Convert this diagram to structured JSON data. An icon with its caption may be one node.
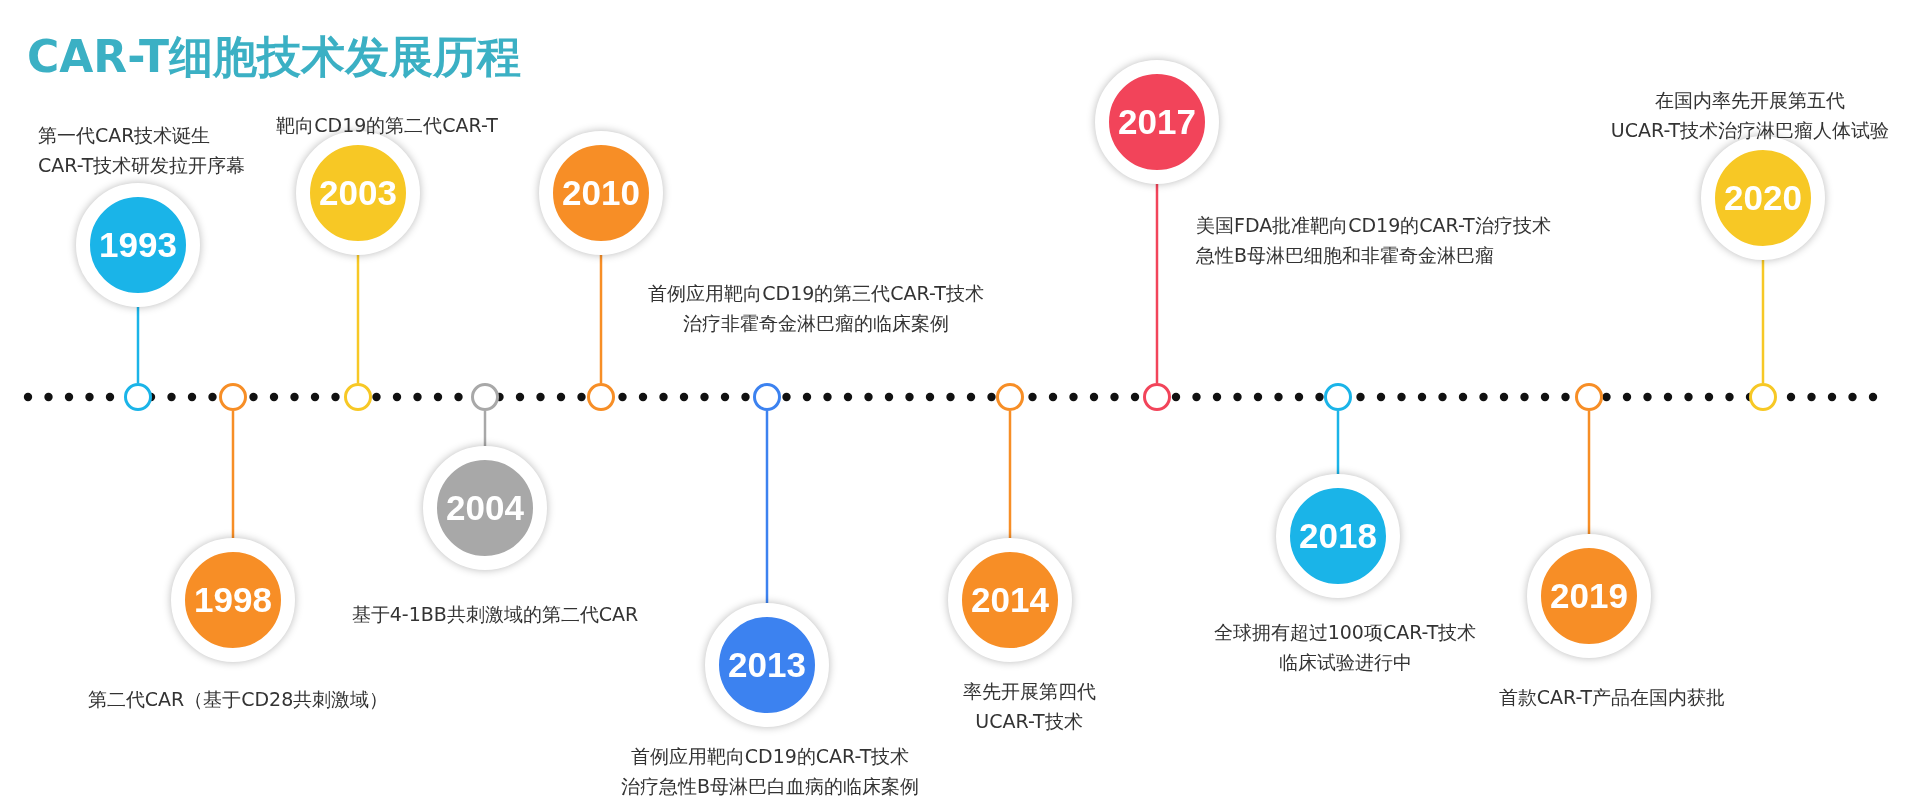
{
  "diagram": {
    "title": "CAR-T细胞技术发展历程",
    "nodes": [
      {
        "text": [
          "1993"
        ],
        "beside": [
          "第一代CAR技术诞生",
          "CAR-T技术研发拉开序幕"
        ]
      },
      {
        "text": [
          "1998"
        ],
        "beside": [
          "第二代CAR（基于CD28共刺激域）"
        ]
      },
      {
        "text": [
          "2003"
        ],
        "beside": [
          "靶向CD19的第二代CAR-T"
        ]
      },
      {
        "text": [
          "2004"
        ],
        "beside": [
          "基于4-1BB共刺激域的第二代CAR"
        ]
      },
      {
        "text": [
          "2010"
        ],
        "beside": [
          "首例应用靶向CD19的第三代CAR-T技术",
          "治疗非霍奇金淋巴瘤的临床案例"
        ]
      },
      {
        "text": [
          "2013"
        ],
        "beside": [
          "首例应用靶向CD19的CAR-T技术",
          "治疗急性B母淋巴白血病的临床案例"
        ]
      },
      {
        "text": [
          "2014"
        ],
        "beside": [
          "率先开展第四代",
          "UCAR-T技术"
        ]
      },
      {
        "text": [
          "2017"
        ],
        "beside": [
          "美国FDA批准靶向CD19的CAR-T治疗技术",
          "急性B母淋巴细胞和非霍奇金淋巴瘤"
        ]
      },
      {
        "text": [
          "2018"
        ],
        "beside": [
          "全球拥有超过100项CAR-T技术",
          "临床试验进行中"
        ]
      },
      {
        "text": [
          "2019"
        ],
        "beside": [
          "首款CAR-T产品在国内获批"
        ]
      },
      {
        "text": [
          "2020"
        ],
        "beside": [
          "在国内率先开展第五代",
          "UCAR-T技术治疗淋巴瘤人体试验"
        ]
      },
      {
        "text": [],
        "shape": "circle"
      },
      {
        "text": [],
        "shape": "circle"
      },
      {
        "text": [],
        "shape": "circle"
      },
      {
        "text": [],
        "shape": "circle"
      },
      {
        "text": [],
        "shape": "circle"
      },
      {
        "text": [],
        "shape": "circle"
      },
      {
        "text": [],
        "shape": "circle"
      },
      {
        "text": [],
        "shape": "circle"
      },
      {
        "text": [],
        "shape": "circle"
      },
      {
        "text": [],
        "shape": "circle"
      },
      {
        "text": [],
        "shape": "circle"
      }
    ],
    "edges": [
      {
        "from": 11,
        "to": 0,
        "arrow": "none",
        "color": "#1ab4e8"
      },
      {
        "from": 12,
        "to": 1,
        "arrow": "none"
      },
      {
        "from": 13,
        "to": 2,
        "arrow": "none",
        "color": "#f7c825"
      },
      {
        "from": 14,
        "to": 3,
        "arrow": "none",
        "color": "#a8a8a8"
      },
      {
        "from": 15,
        "to": 4,
        "arrow": "none"
      },
      {
        "from": 16,
        "to": 5,
        "arrow": "none",
        "color": "#3c82f0"
      },
      {
        "from": 17,
        "to": 6,
        "arrow": "none"
      },
      {
        "from": 18,
        "to": 7,
        "arrow": "none",
        "color": "#f2445a"
      },
      {
        "from": 19,
        "to": 8,
        "arrow": "none",
        "color": "#1ab4e8"
      },
      {
        "from": 20,
        "to": 9,
        "arrow": "none"
      },
      {
        "from": 21,
        "to": 10,
        "arrow": "none",
        "color": "#f7c825"
      }
    ]
  }
}
